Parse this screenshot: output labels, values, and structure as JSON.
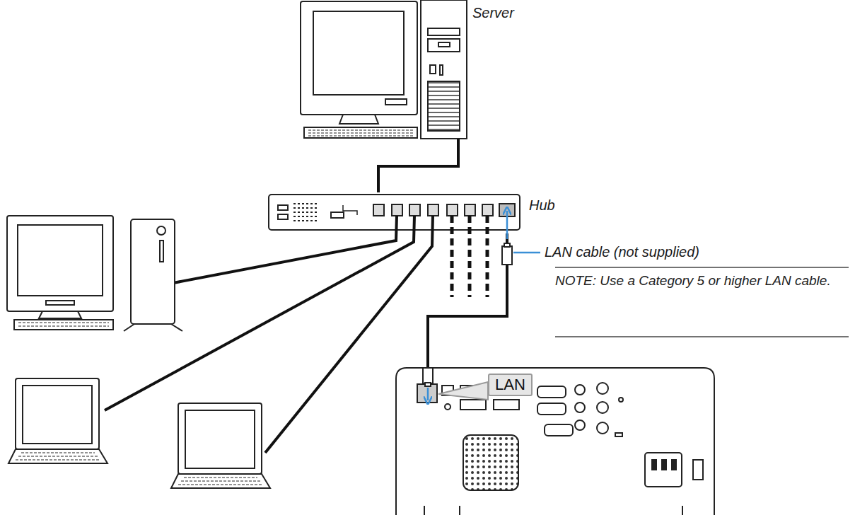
{
  "diagram": {
    "nodes": [
      {
        "text": [
          "Server"
        ]
      },
      {
        "text": [
          "Hub"
        ]
      },
      {
        "text": [
          "LAN"
        ]
      }
    ],
    "edges": [
      {
        "from": 0,
        "to": 1,
        "arrow": "none"
      },
      {
        "from": 1,
        "to": 2,
        "arrow": "none"
      }
    ],
    "labels": [
      "LAN cable (not supplied)",
      "NOTE: Use a Category 5 or higher LAN cable."
    ]
  }
}
